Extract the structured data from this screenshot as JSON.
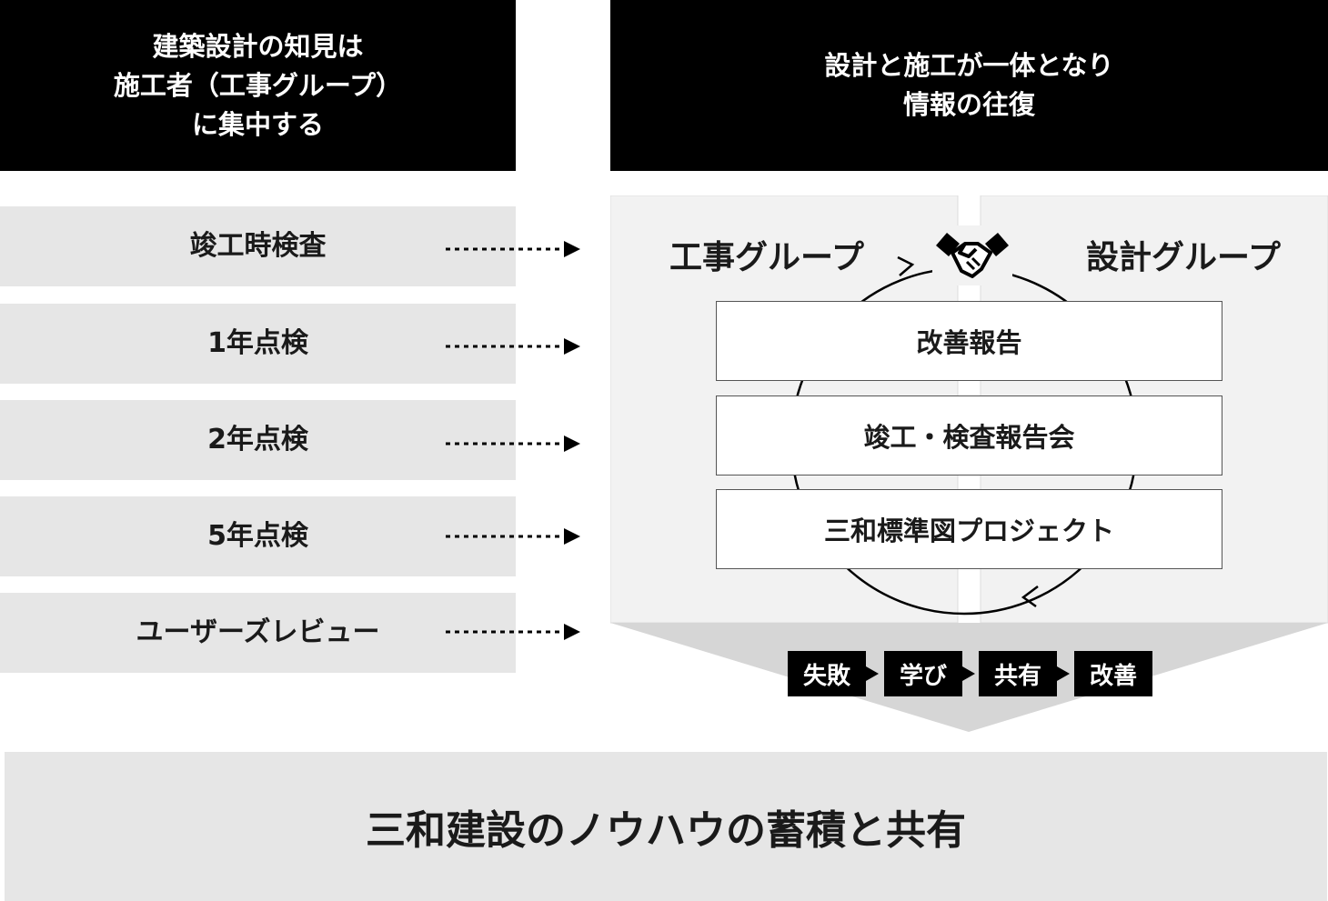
{
  "header_left": "建築設計の知見は\n施工者（工事グループ）\nに集中する",
  "header_right": "設計と施工が一体となり\n情報の往復",
  "left_items": [
    "竣工時検査",
    "1年点検",
    "2年点検",
    "5年点検",
    "ユーザーズレビュー"
  ],
  "construction_group": "工事グループ",
  "design_group": "設計グループ",
  "reports": [
    "改善報告",
    "竣工・検査報告会",
    "三和標準図プロジェクト"
  ],
  "steps": [
    "失敗",
    "学び",
    "共有",
    "改善"
  ],
  "footer": "三和建設のノウハウの蓄積と共有",
  "icons": {
    "handshake": "handshake-icon",
    "arrow": "dotted-arrow-icon"
  }
}
